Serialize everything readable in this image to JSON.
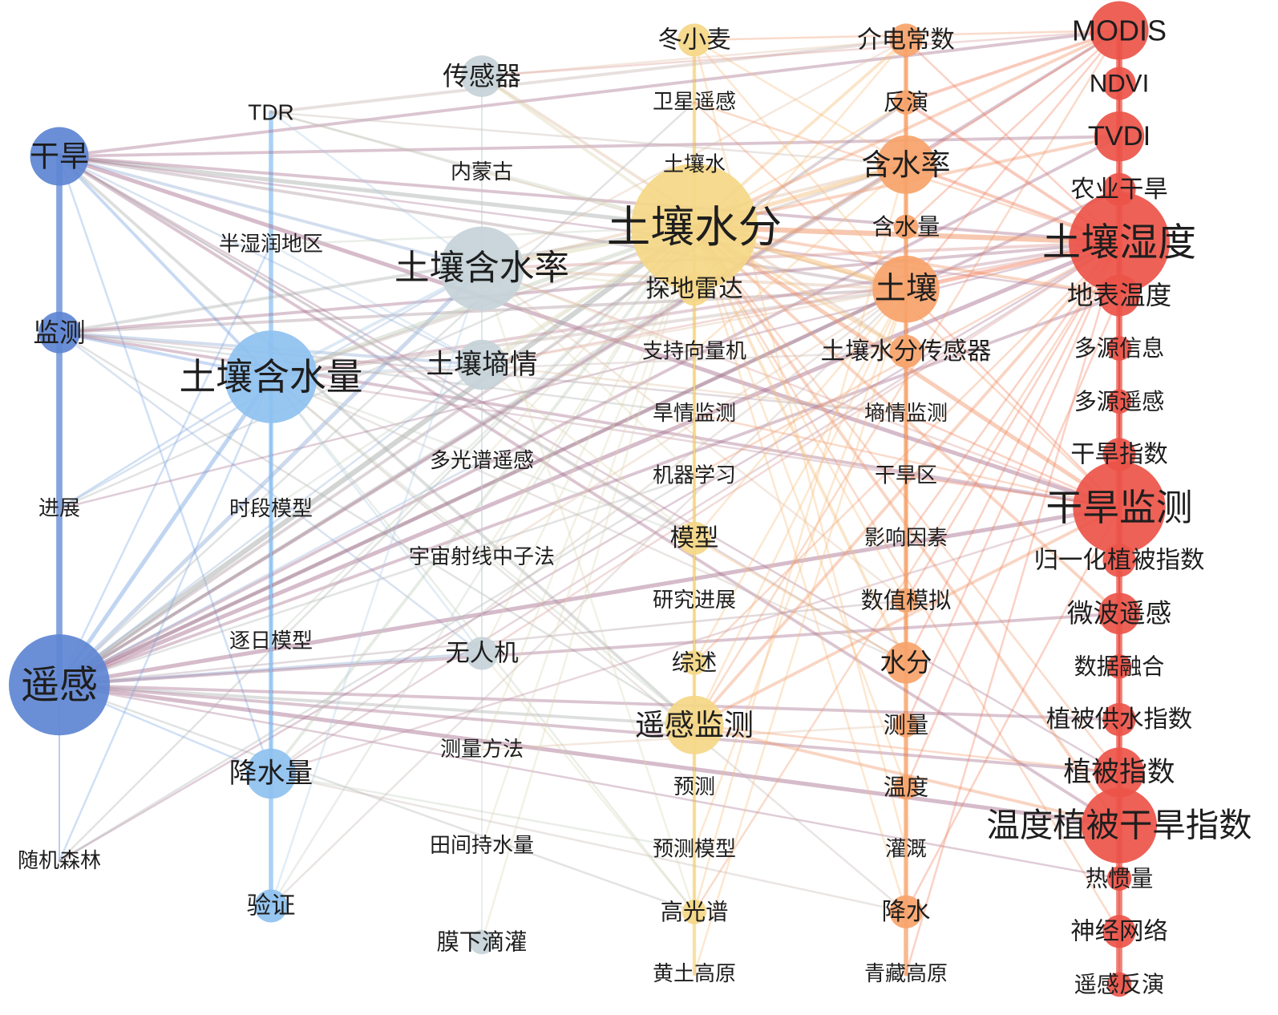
{
  "colors": {
    "c0": "#5e86d2",
    "c1": "#8ec1f0",
    "c2": "#c5d3d8",
    "c3": "#f4d787",
    "c4": "#f7a36a",
    "c5": "#ec5449"
  },
  "columns": [
    {
      "id": "c0",
      "color_key": "c0",
      "nodes": [
        {
          "label": "干旱",
          "weight": 5
        },
        {
          "label": "监测",
          "weight": 3
        },
        {
          "label": "进展",
          "weight": 0
        },
        {
          "label": "遥感",
          "weight": 10
        },
        {
          "label": "随机森林",
          "weight": 0
        }
      ]
    },
    {
      "id": "c1",
      "color_key": "c1",
      "nodes": [
        {
          "label": "TDR",
          "weight": 0
        },
        {
          "label": "半湿润地区",
          "weight": 0
        },
        {
          "label": "土壤含水量",
          "weight": 9
        },
        {
          "label": "时段模型",
          "weight": 0
        },
        {
          "label": "逐日模型",
          "weight": 0
        },
        {
          "label": "降水量",
          "weight": 4
        },
        {
          "label": "验证",
          "weight": 2
        }
      ]
    },
    {
      "id": "c2",
      "color_key": "c2",
      "nodes": [
        {
          "label": "传感器",
          "weight": 3
        },
        {
          "label": "内蒙古",
          "weight": 0
        },
        {
          "label": "土壤含水率",
          "weight": 8
        },
        {
          "label": "土壤墒情",
          "weight": 4
        },
        {
          "label": "多光谱遥感",
          "weight": 0
        },
        {
          "label": "宇宙射线中子法",
          "weight": 0
        },
        {
          "label": "无人机",
          "weight": 2
        },
        {
          "label": "测量方法",
          "weight": 0
        },
        {
          "label": "田间持水量",
          "weight": 0
        },
        {
          "label": "膜下滴灌",
          "weight": 1
        }
      ]
    },
    {
      "id": "c3",
      "color_key": "c3",
      "nodes": [
        {
          "label": "冬小麦",
          "weight": 2
        },
        {
          "label": "卫星遥感",
          "weight": 0
        },
        {
          "label": "土壤水",
          "weight": 0
        },
        {
          "label": "土壤水分",
          "weight": 13
        },
        {
          "label": "探地雷达",
          "weight": 2
        },
        {
          "label": "支持向量机",
          "weight": 0
        },
        {
          "label": "旱情监测",
          "weight": 0
        },
        {
          "label": "机器学习",
          "weight": 0
        },
        {
          "label": "模型",
          "weight": 2
        },
        {
          "label": "研究进展",
          "weight": 0
        },
        {
          "label": "综述",
          "weight": 1
        },
        {
          "label": "遥感监测",
          "weight": 5
        },
        {
          "label": "预测",
          "weight": 0
        },
        {
          "label": "预测模型",
          "weight": 0
        },
        {
          "label": "高光谱",
          "weight": 1
        },
        {
          "label": "黄土高原",
          "weight": 0
        }
      ]
    },
    {
      "id": "c4",
      "color_key": "c4",
      "nodes": [
        {
          "label": "介电常数",
          "weight": 2
        },
        {
          "label": "反演",
          "weight": 1
        },
        {
          "label": "含水率",
          "weight": 5
        },
        {
          "label": "含水量",
          "weight": 1
        },
        {
          "label": "土壤",
          "weight": 6
        },
        {
          "label": "土壤水分传感器",
          "weight": 2
        },
        {
          "label": "墒情监测",
          "weight": 0
        },
        {
          "label": "干旱区",
          "weight": 0
        },
        {
          "label": "影响因素",
          "weight": 0
        },
        {
          "label": "数值模拟",
          "weight": 1
        },
        {
          "label": "水分",
          "weight": 3
        },
        {
          "label": "测量",
          "weight": 1
        },
        {
          "label": "温度",
          "weight": 1
        },
        {
          "label": "灌溉",
          "weight": 0
        },
        {
          "label": "降水",
          "weight": 2
        },
        {
          "label": "青藏高原",
          "weight": 0
        }
      ]
    },
    {
      "id": "c5",
      "color_key": "c5",
      "nodes": [
        {
          "label": "MODIS",
          "weight": 5
        },
        {
          "label": "NDVI",
          "weight": 2
        },
        {
          "label": "TVDI",
          "weight": 4
        },
        {
          "label": "农业干旱",
          "weight": 2
        },
        {
          "label": "土壤湿度",
          "weight": 10
        },
        {
          "label": "地表温度",
          "weight": 3
        },
        {
          "label": "多源信息",
          "weight": 1
        },
        {
          "label": "多源遥感",
          "weight": 1
        },
        {
          "label": "干旱指数",
          "weight": 2
        },
        {
          "label": "干旱监测",
          "weight": 9
        },
        {
          "label": "归一化植被指数",
          "weight": 2
        },
        {
          "label": "微波遥感",
          "weight": 3
        },
        {
          "label": "数据融合",
          "weight": 1
        },
        {
          "label": "植被供水指数",
          "weight": 2
        },
        {
          "label": "植被指数",
          "weight": 4
        },
        {
          "label": "温度植被干旱指数",
          "weight": 7
        },
        {
          "label": "热惯量",
          "weight": 1
        },
        {
          "label": "神经网络",
          "weight": 2
        },
        {
          "label": "遥感反演",
          "weight": 1
        }
      ]
    }
  ],
  "links": [
    [
      "c0:0",
      "c0:3",
      7
    ],
    [
      "c1:0",
      "c1:6",
      5
    ],
    [
      "c2:0",
      "c2:9",
      1
    ],
    [
      "c3:0",
      "c3:15",
      4
    ],
    [
      "c4:0",
      "c4:15",
      5
    ],
    [
      "c5:0",
      "c5:18",
      7
    ],
    [
      "c0:0",
      "c1:2",
      2
    ],
    [
      "c0:0",
      "c2:2",
      2
    ],
    [
      "c0:0",
      "c3:3",
      3
    ],
    [
      "c0:0",
      "c4:4",
      2
    ],
    [
      "c0:0",
      "c5:9",
      3
    ],
    [
      "c0:0",
      "c5:4",
      2
    ],
    [
      "c0:0",
      "c5:15",
      2
    ],
    [
      "c0:0",
      "c3:11",
      2
    ],
    [
      "c0:0",
      "c5:0",
      2
    ],
    [
      "c0:0",
      "c5:5",
      1
    ],
    [
      "c0:0",
      "c1:5",
      1
    ],
    [
      "c0:0",
      "c4:10",
      1
    ],
    [
      "c0:0",
      "c5:14",
      1
    ],
    [
      "c0:0",
      "c2:3",
      1
    ],
    [
      "c0:0",
      "c3:8",
      1
    ],
    [
      "c0:0",
      "c5:2",
      2
    ],
    [
      "c0:1",
      "c1:2",
      2
    ],
    [
      "c0:1",
      "c3:3",
      2
    ],
    [
      "c0:1",
      "c4:4",
      2
    ],
    [
      "c0:1",
      "c5:4",
      2
    ],
    [
      "c0:1",
      "c2:3",
      2
    ],
    [
      "c0:1",
      "c3:6",
      1
    ],
    [
      "c0:1",
      "c5:9",
      2
    ],
    [
      "c0:1",
      "c4:6",
      1
    ],
    [
      "c0:1",
      "c3:11",
      1
    ],
    [
      "c0:1",
      "c2:6",
      1
    ],
    [
      "c0:2",
      "c3:3",
      1
    ],
    [
      "c0:2",
      "c5:4",
      1
    ],
    [
      "c0:2",
      "c1:2",
      1
    ],
    [
      "c0:2",
      "c2:2",
      1
    ],
    [
      "c0:3",
      "c1:2",
      3
    ],
    [
      "c0:3",
      "c2:2",
      3
    ],
    [
      "c0:3",
      "c3:3",
      4
    ],
    [
      "c0:3",
      "c4:4",
      3
    ],
    [
      "c0:3",
      "c5:4",
      3
    ],
    [
      "c0:3",
      "c5:9",
      3
    ],
    [
      "c0:3",
      "c5:0",
      2
    ],
    [
      "c0:3",
      "c5:15",
      3
    ],
    [
      "c0:3",
      "c3:11",
      2
    ],
    [
      "c0:3",
      "c2:6",
      2
    ],
    [
      "c0:3",
      "c5:14",
      2
    ],
    [
      "c0:3",
      "c5:5",
      2
    ],
    [
      "c0:3",
      "c5:2",
      2
    ],
    [
      "c0:3",
      "c4:1",
      2
    ],
    [
      "c0:3",
      "c3:14",
      1
    ],
    [
      "c0:3",
      "c4:2",
      2
    ],
    [
      "c0:3",
      "c2:3",
      1
    ],
    [
      "c0:3",
      "c5:11",
      2
    ],
    [
      "c0:3",
      "c5:13",
      2
    ],
    [
      "c0:3",
      "c4:9",
      1
    ],
    [
      "c0:3",
      "c3:1",
      1
    ],
    [
      "c0:3",
      "c3:7",
      1
    ],
    [
      "c0:3",
      "c5:16",
      1
    ],
    [
      "c0:3",
      "c5:3",
      2
    ],
    [
      "c0:3",
      "c2:4",
      1
    ],
    [
      "c0:3",
      "c1:5",
      1
    ],
    [
      "c0:3",
      "c0:4",
      1
    ],
    [
      "c0:3",
      "c1:1",
      1
    ],
    [
      "c0:3",
      "c3:4",
      1
    ],
    [
      "c0:4",
      "c3:3",
      1
    ],
    [
      "c0:4",
      "c1:2",
      1
    ],
    [
      "c0:4",
      "c5:4",
      1
    ],
    [
      "c0:4",
      "c3:7",
      1
    ],
    [
      "c1:0",
      "c4:0",
      2
    ],
    [
      "c1:0",
      "c3:3",
      1
    ],
    [
      "c1:0",
      "c2:2",
      1
    ],
    [
      "c1:0",
      "c4:4",
      1
    ],
    [
      "c1:0",
      "c4:2",
      1
    ],
    [
      "c1:2",
      "c2:2",
      2
    ],
    [
      "c1:2",
      "c3:3",
      3
    ],
    [
      "c1:2",
      "c4:4",
      2
    ],
    [
      "c1:2",
      "c4:2",
      2
    ],
    [
      "c1:2",
      "c5:4",
      2
    ],
    [
      "c1:2",
      "c3:11",
      1
    ],
    [
      "c1:2",
      "c4:10",
      1
    ],
    [
      "c1:2",
      "c1:5",
      2
    ],
    [
      "c1:2",
      "c1:3",
      1
    ],
    [
      "c1:2",
      "c1:4",
      1
    ],
    [
      "c1:2",
      "c2:6",
      1
    ],
    [
      "c1:2",
      "c3:14",
      1
    ],
    [
      "c1:2",
      "c3:8",
      1
    ],
    [
      "c1:2",
      "c4:5",
      1
    ],
    [
      "c1:2",
      "c5:9",
      1
    ],
    [
      "c1:2",
      "c2:3",
      1
    ],
    [
      "c1:2",
      "c4:14",
      1
    ],
    [
      "c1:5",
      "c3:3",
      2
    ],
    [
      "c1:5",
      "c4:4",
      1
    ],
    [
      "c1:5",
      "c4:14",
      1
    ],
    [
      "c1:5",
      "c5:9",
      1
    ],
    [
      "c1:5",
      "c5:4",
      1
    ],
    [
      "c1:5",
      "c3:13",
      1
    ],
    [
      "c1:6",
      "c3:3",
      1
    ],
    [
      "c1:6",
      "c2:2",
      1
    ],
    [
      "c1:6",
      "c4:4",
      1
    ],
    [
      "c1:1",
      "c3:3",
      1
    ],
    [
      "c1:1",
      "c2:3",
      1
    ],
    [
      "c1:3",
      "c3:3",
      1
    ],
    [
      "c1:4",
      "c3:3",
      1
    ],
    [
      "c2:0",
      "c4:5",
      2
    ],
    [
      "c2:0",
      "c3:3",
      2
    ],
    [
      "c2:0",
      "c4:0",
      1
    ],
    [
      "c2:0",
      "c5:0",
      1
    ],
    [
      "c2:0",
      "c2:2",
      1
    ],
    [
      "c2:2",
      "c3:3",
      3
    ],
    [
      "c2:2",
      "c4:4",
      2
    ],
    [
      "c2:2",
      "c4:2",
      2
    ],
    [
      "c2:2",
      "c5:4",
      2
    ],
    [
      "c2:2",
      "c3:4",
      1
    ],
    [
      "c2:2",
      "c4:0",
      1
    ],
    [
      "c2:2",
      "c3:14",
      1
    ],
    [
      "c2:2",
      "c2:6",
      1
    ],
    [
      "c2:2",
      "c4:9",
      1
    ],
    [
      "c2:2",
      "c3:7",
      1
    ],
    [
      "c2:2",
      "c5:9",
      1
    ],
    [
      "c2:2",
      "c3:5",
      1
    ],
    [
      "c2:3",
      "c3:3",
      2
    ],
    [
      "c2:3",
      "c4:6",
      1
    ],
    [
      "c2:3",
      "c5:4",
      1
    ],
    [
      "c2:3",
      "c4:4",
      1
    ],
    [
      "c2:3",
      "c3:8",
      1
    ],
    [
      "c2:6",
      "c3:14",
      1
    ],
    [
      "c2:6",
      "c3:3",
      1
    ],
    [
      "c2:6",
      "c2:4",
      1
    ],
    [
      "c2:6",
      "c5:4",
      1
    ],
    [
      "c2:5",
      "c3:3",
      1
    ],
    [
      "c2:5",
      "c4:4",
      1
    ],
    [
      "c2:4",
      "c3:3",
      1
    ],
    [
      "c2:7",
      "c3:3",
      1
    ],
    [
      "c2:7",
      "c4:11",
      1
    ],
    [
      "c2:8",
      "c3:3",
      1
    ],
    [
      "c2:9",
      "c3:3",
      1
    ],
    [
      "c2:1",
      "c3:3",
      1
    ],
    [
      "c3:3",
      "c4:4",
      4
    ],
    [
      "c3:3",
      "c4:2",
      3
    ],
    [
      "c3:3",
      "c5:4",
      4
    ],
    [
      "c3:3",
      "c5:9",
      3
    ],
    [
      "c3:3",
      "c5:0",
      2
    ],
    [
      "c3:3",
      "c4:10",
      2
    ],
    [
      "c3:3",
      "c5:15",
      2
    ],
    [
      "c3:3",
      "c4:0",
      2
    ],
    [
      "c3:3",
      "c4:5",
      2
    ],
    [
      "c3:3",
      "c5:5",
      2
    ],
    [
      "c3:3",
      "c5:2",
      2
    ],
    [
      "c3:3",
      "c4:9",
      1
    ],
    [
      "c3:3",
      "c3:11",
      2
    ],
    [
      "c3:3",
      "c3:0",
      1
    ],
    [
      "c3:3",
      "c3:14",
      1
    ],
    [
      "c3:3",
      "c3:4",
      2
    ],
    [
      "c3:3",
      "c3:8",
      1
    ],
    [
      "c3:3",
      "c5:14",
      1
    ],
    [
      "c3:3",
      "c4:1",
      1
    ],
    [
      "c3:3",
      "c5:11",
      2
    ],
    [
      "c3:3",
      "c4:12",
      1
    ],
    [
      "c3:3",
      "c4:14",
      1
    ],
    [
      "c3:3",
      "c5:17",
      1
    ],
    [
      "c3:3",
      "c3:5",
      1
    ],
    [
      "c3:0",
      "c4:2",
      1
    ],
    [
      "c3:0",
      "c5:0",
      1
    ],
    [
      "c3:0",
      "c4:4",
      1
    ],
    [
      "c3:0",
      "c3:14",
      1
    ],
    [
      "c3:0",
      "c4:13",
      1
    ],
    [
      "c3:11",
      "c5:9",
      2
    ],
    [
      "c3:11",
      "c5:4",
      2
    ],
    [
      "c3:11",
      "c5:15",
      2
    ],
    [
      "c3:11",
      "c5:0",
      1
    ],
    [
      "c3:11",
      "c4:4",
      1
    ],
    [
      "c3:11",
      "c5:14",
      1
    ],
    [
      "c3:4",
      "c4:0",
      1
    ],
    [
      "c3:4",
      "c4:2",
      1
    ],
    [
      "c3:14",
      "c4:2",
      1
    ],
    [
      "c3:14",
      "c5:4",
      1
    ],
    [
      "c3:8",
      "c4:4",
      1
    ],
    [
      "c3:8",
      "c4:10",
      1
    ],
    [
      "c3:10",
      "c4:4",
      1
    ],
    [
      "c3:10",
      "c5:4",
      1
    ],
    [
      "c3:1",
      "c5:4",
      1
    ],
    [
      "c3:1",
      "c5:9",
      1
    ],
    [
      "c3:6",
      "c5:9",
      1
    ],
    [
      "c3:5",
      "c4:2",
      1
    ],
    [
      "c3:7",
      "c5:4",
      1
    ],
    [
      "c3:15",
      "c4:4",
      1
    ],
    [
      "c3:13",
      "c4:4",
      1
    ],
    [
      "c4:4",
      "c5:4",
      3
    ],
    [
      "c4:4",
      "c4:2",
      2
    ],
    [
      "c4:4",
      "c4:10",
      2
    ],
    [
      "c4:4",
      "c5:9",
      1
    ],
    [
      "c4:4",
      "c5:0",
      1
    ],
    [
      "c4:4",
      "c4:14",
      1
    ],
    [
      "c4:2",
      "c5:4",
      2
    ],
    [
      "c4:2",
      "c4:0",
      2
    ],
    [
      "c4:2",
      "c5:0",
      1
    ],
    [
      "c4:0",
      "c5:4",
      1
    ],
    [
      "c4:1",
      "c5:4",
      2
    ],
    [
      "c4:1",
      "c5:0",
      2
    ],
    [
      "c4:10",
      "c5:4",
      1
    ],
    [
      "c4:14",
      "c5:9",
      1
    ],
    [
      "c4:12",
      "c5:5",
      1
    ],
    [
      "c4:9",
      "c5:4",
      1
    ],
    [
      "c4:7",
      "c5:9",
      1
    ],
    [
      "c4:8",
      "c5:4",
      1
    ],
    [
      "c4:15",
      "c5:4",
      1
    ],
    [
      "c4:3",
      "c5:0",
      1
    ],
    [
      "c4:11",
      "c5:4",
      1
    ],
    [
      "c4:6",
      "c5:9",
      1
    ],
    [
      "c5:0",
      "c5:4",
      2
    ],
    [
      "c5:0",
      "c5:9",
      2
    ],
    [
      "c5:0",
      "c5:15",
      2
    ],
    [
      "c5:0",
      "c5:2",
      2
    ],
    [
      "c5:4",
      "c5:9",
      2
    ],
    [
      "c5:9",
      "c5:15",
      2
    ],
    [
      "c5:2",
      "c5:15",
      2
    ],
    [
      "c5:14",
      "c5:15",
      2
    ],
    [
      "c5:4",
      "c5:15",
      2
    ],
    [
      "c5:0",
      "c5:14",
      1
    ],
    [
      "c5:9",
      "c5:14",
      1
    ],
    [
      "c5:1",
      "c5:15",
      1
    ],
    [
      "c5:5",
      "c5:15",
      1
    ],
    [
      "c5:11",
      "c5:4",
      1
    ],
    [
      "c5:13",
      "c5:9",
      1
    ],
    [
      "c5:8",
      "c5:15",
      1
    ],
    [
      "c5:3",
      "c5:9",
      1
    ],
    [
      "c5:10",
      "c5:15",
      1
    ],
    [
      "c5:16",
      "c5:4",
      1
    ],
    [
      "c5:17",
      "c5:4",
      1
    ],
    [
      "c5:18",
      "c5:4",
      1
    ],
    [
      "c5:7",
      "c5:4",
      1
    ],
    [
      "c5:6",
      "c5:9",
      1
    ],
    [
      "c5:12",
      "c5:4",
      1
    ]
  ]
}
